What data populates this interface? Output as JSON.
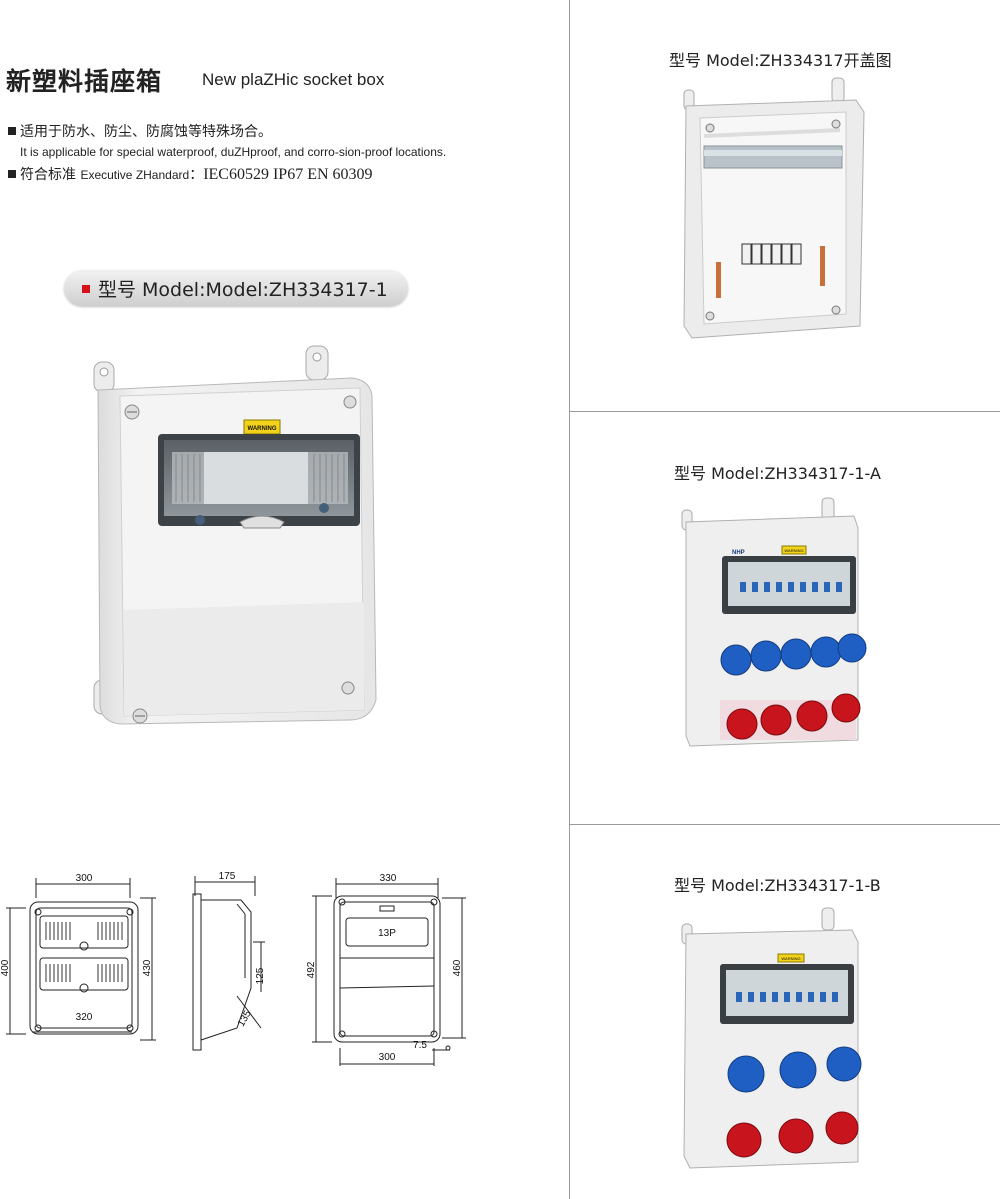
{
  "header": {
    "title_cn": "新塑料插座箱",
    "title_en": "New plaZHic socket box",
    "line1_cn": "适用于防水、防尘、防腐蚀等特殊场合。",
    "line1_en": "It is applicable for special waterproof, duZHproof, and corro-sion-proof locations.",
    "line2_cn": "符合标准",
    "line2_en": "Executive ZHandard",
    "line2_sep": "：",
    "line2_value": "IEC60529  IP67  EN 60309"
  },
  "main_model": {
    "label": "型号 Model:Model:ZH334317-1",
    "warning_text": "WARNING"
  },
  "panels": [
    {
      "caption": "型号 Model:ZH334317开盖图"
    },
    {
      "caption": "型号 Model:ZH334317-1-A",
      "brand": "NHP",
      "warning_text": "WARNING"
    },
    {
      "caption": "型号 Model:ZH334317-1-B",
      "warning_text": "WARNING"
    }
  ],
  "drawings": {
    "front1": {
      "width_top": "300",
      "height_left": "400",
      "height_right": "430",
      "width_bottom": "320"
    },
    "side": {
      "depth": "175",
      "dim_a": "125",
      "dim_b": "135"
    },
    "front2": {
      "width_top": "330",
      "window_label": "13P",
      "height_left": "492",
      "height_right": "460",
      "width_bottom": "300",
      "offset": "7.5"
    }
  },
  "colors": {
    "accent_red": "#d4121a",
    "socket_blue": "#1f5fc4",
    "socket_red": "#c8141c",
    "warning_yellow": "#f3d21a"
  }
}
